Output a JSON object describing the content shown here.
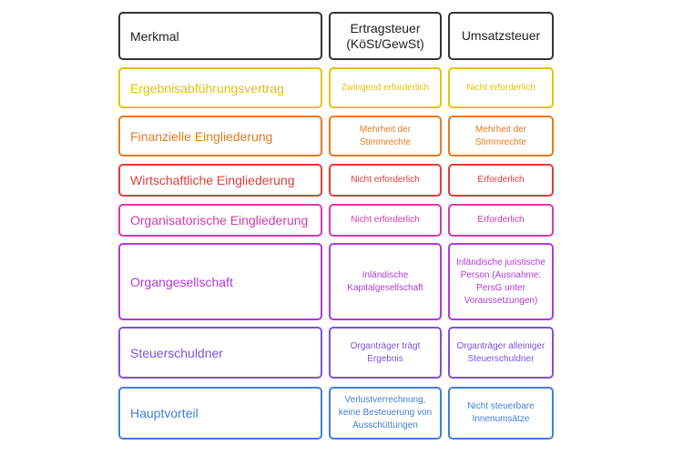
{
  "header": {
    "feature": "Merkmal",
    "col1": "Ertragsteuer\n(KöSt/GewSt)",
    "col2": "Umsatzsteuer",
    "color": "#333333"
  },
  "rows": [
    {
      "label": "Ergebnisabführungsvertrag",
      "col1": "Zwingend erforderlich",
      "col2": "Nicht erforderlich",
      "color": "#e2c20e"
    },
    {
      "label": "Finanzielle Eingliederung",
      "col1": "Mehrheit der Stimmrechte",
      "col2": "Mehrheit der Stimmrechte",
      "color": "#ea7a1e"
    },
    {
      "label": "Wirtschaftliche Eingliederung",
      "col1": "Nicht erforderlich",
      "col2": "Erforderlich",
      "color": "#e33b3b"
    },
    {
      "label": "Organisatorische Eingliederung",
      "col1": "Nicht erforderlich",
      "col2": "Erforderlich",
      "color": "#d63aa8"
    },
    {
      "label": "Organgesellschaft",
      "col1": "Inländische Kapitalgesellschaft",
      "col2": "Inländische juristische Person (Ausnahme: PersG unter Voraussetzungen)",
      "color": "#b13ad8"
    },
    {
      "label": "Steuerschuldner",
      "col1": "Organträger trägt Ergebnis",
      "col2": "Organträger alleiniger Steuerschuldner",
      "color": "#7a52e0"
    },
    {
      "label": "Hauptvorteil",
      "col1": "Verlustverrechnung, keine Besteuerung von Ausschüttungen",
      "col2": "Nicht steuerbare Innenumsätze",
      "color": "#3f7fd8"
    }
  ]
}
